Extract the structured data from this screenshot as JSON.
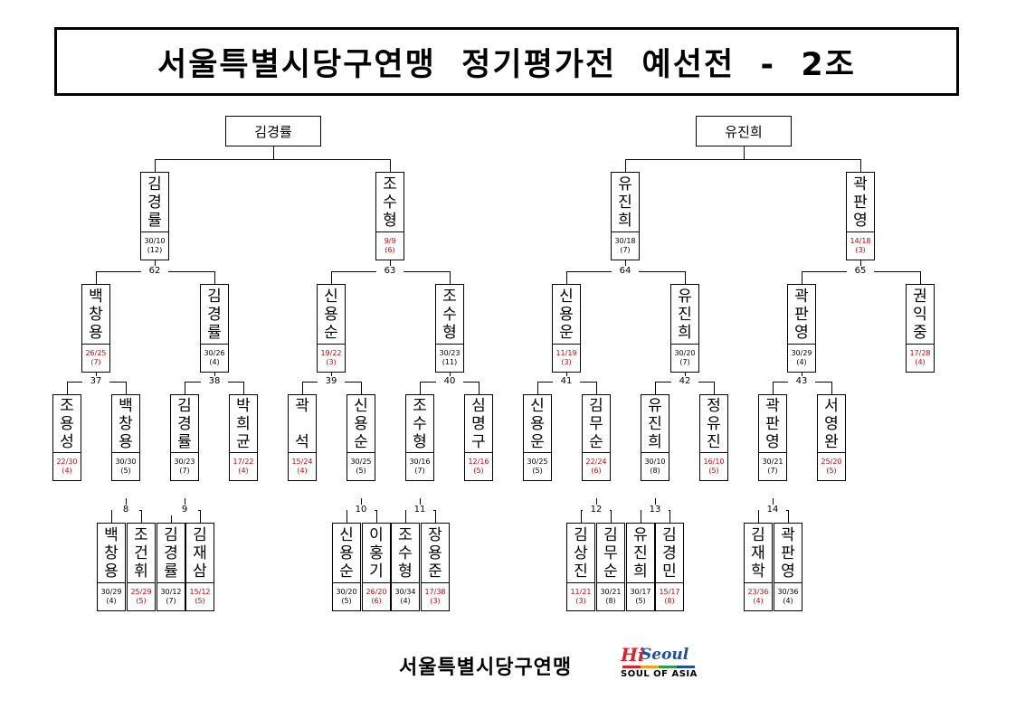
{
  "title": "서울특별시당구연맹  정기평가전  예선전  -  2조",
  "footer": {
    "org_name": "서울특별시당구연맹",
    "logo_hi": "Hi",
    "logo_seoul": "Seoul",
    "logo_sub": "SOUL OF ASIA"
  },
  "colors": {
    "loss_score": "#d00000",
    "logo_red": "#e0202a",
    "logo_blue": "#1e4fa0"
  },
  "winners": [
    {
      "name": "김경률"
    },
    {
      "name": "유진희"
    }
  ],
  "match_numbers": [
    "62",
    "63",
    "64",
    "65",
    "37",
    "38",
    "39",
    "40",
    "41",
    "42",
    "43",
    "8",
    "9",
    "10",
    "11",
    "12",
    "13",
    "14"
  ],
  "players": [
    {
      "name": "김경률",
      "score": "30/10",
      "rank": "(12)",
      "loss": false
    },
    {
      "name": "조수형",
      "score": "9/9",
      "rank": "(6)",
      "loss": true
    },
    {
      "name": "유진희",
      "score": "30/18",
      "rank": "(7)",
      "loss": false
    },
    {
      "name": "곽판영",
      "score": "14/18",
      "rank": "(3)",
      "loss": true
    },
    {
      "name": "백창용",
      "score": "26/25",
      "rank": "(7)",
      "loss": true
    },
    {
      "name": "김경률",
      "score": "30/26",
      "rank": "(4)",
      "loss": false
    },
    {
      "name": "신용순",
      "score": "19/22",
      "rank": "(3)",
      "loss": true
    },
    {
      "name": "조수형",
      "score": "30/23",
      "rank": "(11)",
      "loss": false
    },
    {
      "name": "신용운",
      "score": "11/19",
      "rank": "(3)",
      "loss": true
    },
    {
      "name": "유진희",
      "score": "30/20",
      "rank": "(7)",
      "loss": false
    },
    {
      "name": "곽판영",
      "score": "30/29",
      "rank": "(4)",
      "loss": false
    },
    {
      "name": "권익중",
      "score": "17/28",
      "rank": "(4)",
      "loss": true
    },
    {
      "name": "조용성",
      "score": "22/30",
      "rank": "(4)",
      "loss": true
    },
    {
      "name": "백창용",
      "score": "30/30",
      "rank": "(5)",
      "loss": false
    },
    {
      "name": "김경률",
      "score": "30/23",
      "rank": "(7)",
      "loss": false
    },
    {
      "name": "박희균",
      "score": "17/22",
      "rank": "(4)",
      "loss": true
    },
    {
      "name": "곽 석",
      "score": "15/24",
      "rank": "(4)",
      "loss": true
    },
    {
      "name": "신용순",
      "score": "30/25",
      "rank": "(5)",
      "loss": false
    },
    {
      "name": "조수형",
      "score": "30/16",
      "rank": "(7)",
      "loss": false
    },
    {
      "name": "심명구",
      "score": "12/16",
      "rank": "(5)",
      "loss": true
    },
    {
      "name": "신용운",
      "score": "30/25",
      "rank": "(5)",
      "loss": false
    },
    {
      "name": "김무순",
      "score": "22/24",
      "rank": "(6)",
      "loss": true
    },
    {
      "name": "유진희",
      "score": "30/10",
      "rank": "(8)",
      "loss": false
    },
    {
      "name": "정유진",
      "score": "16/10",
      "rank": "(5)",
      "loss": true
    },
    {
      "name": "곽판영",
      "score": "30/21",
      "rank": "(7)",
      "loss": false
    },
    {
      "name": "서영완",
      "score": "25/20",
      "rank": "(5)",
      "loss": true
    },
    {
      "name": "백창용",
      "score": "30/29",
      "rank": "(4)",
      "loss": false
    },
    {
      "name": "조건휘",
      "score": "25/29",
      "rank": "(5)",
      "loss": true
    },
    {
      "name": "김경률",
      "score": "30/12",
      "rank": "(7)",
      "loss": false
    },
    {
      "name": "김재삼",
      "score": "15/12",
      "rank": "(5)",
      "loss": true
    },
    {
      "name": "신용순",
      "score": "30/20",
      "rank": "(5)",
      "loss": false
    },
    {
      "name": "이홍기",
      "score": "26/20",
      "rank": "(6)",
      "loss": true
    },
    {
      "name": "조수형",
      "score": "30/34",
      "rank": "(4)",
      "loss": false
    },
    {
      "name": "장용준",
      "score": "17/38",
      "rank": "(3)",
      "loss": true
    },
    {
      "name": "김상진",
      "score": "11/21",
      "rank": "(3)",
      "loss": true
    },
    {
      "name": "김무순",
      "score": "30/21",
      "rank": "(8)",
      "loss": false
    },
    {
      "name": "유진희",
      "score": "30/17",
      "rank": "(5)",
      "loss": false
    },
    {
      "name": "김경민",
      "score": "15/17",
      "rank": "(8)",
      "loss": true
    },
    {
      "name": "김재학",
      "score": "23/36",
      "rank": "(4)",
      "loss": true
    },
    {
      "name": "곽판영",
      "score": "30/36",
      "rank": "(4)",
      "loss": false
    }
  ]
}
